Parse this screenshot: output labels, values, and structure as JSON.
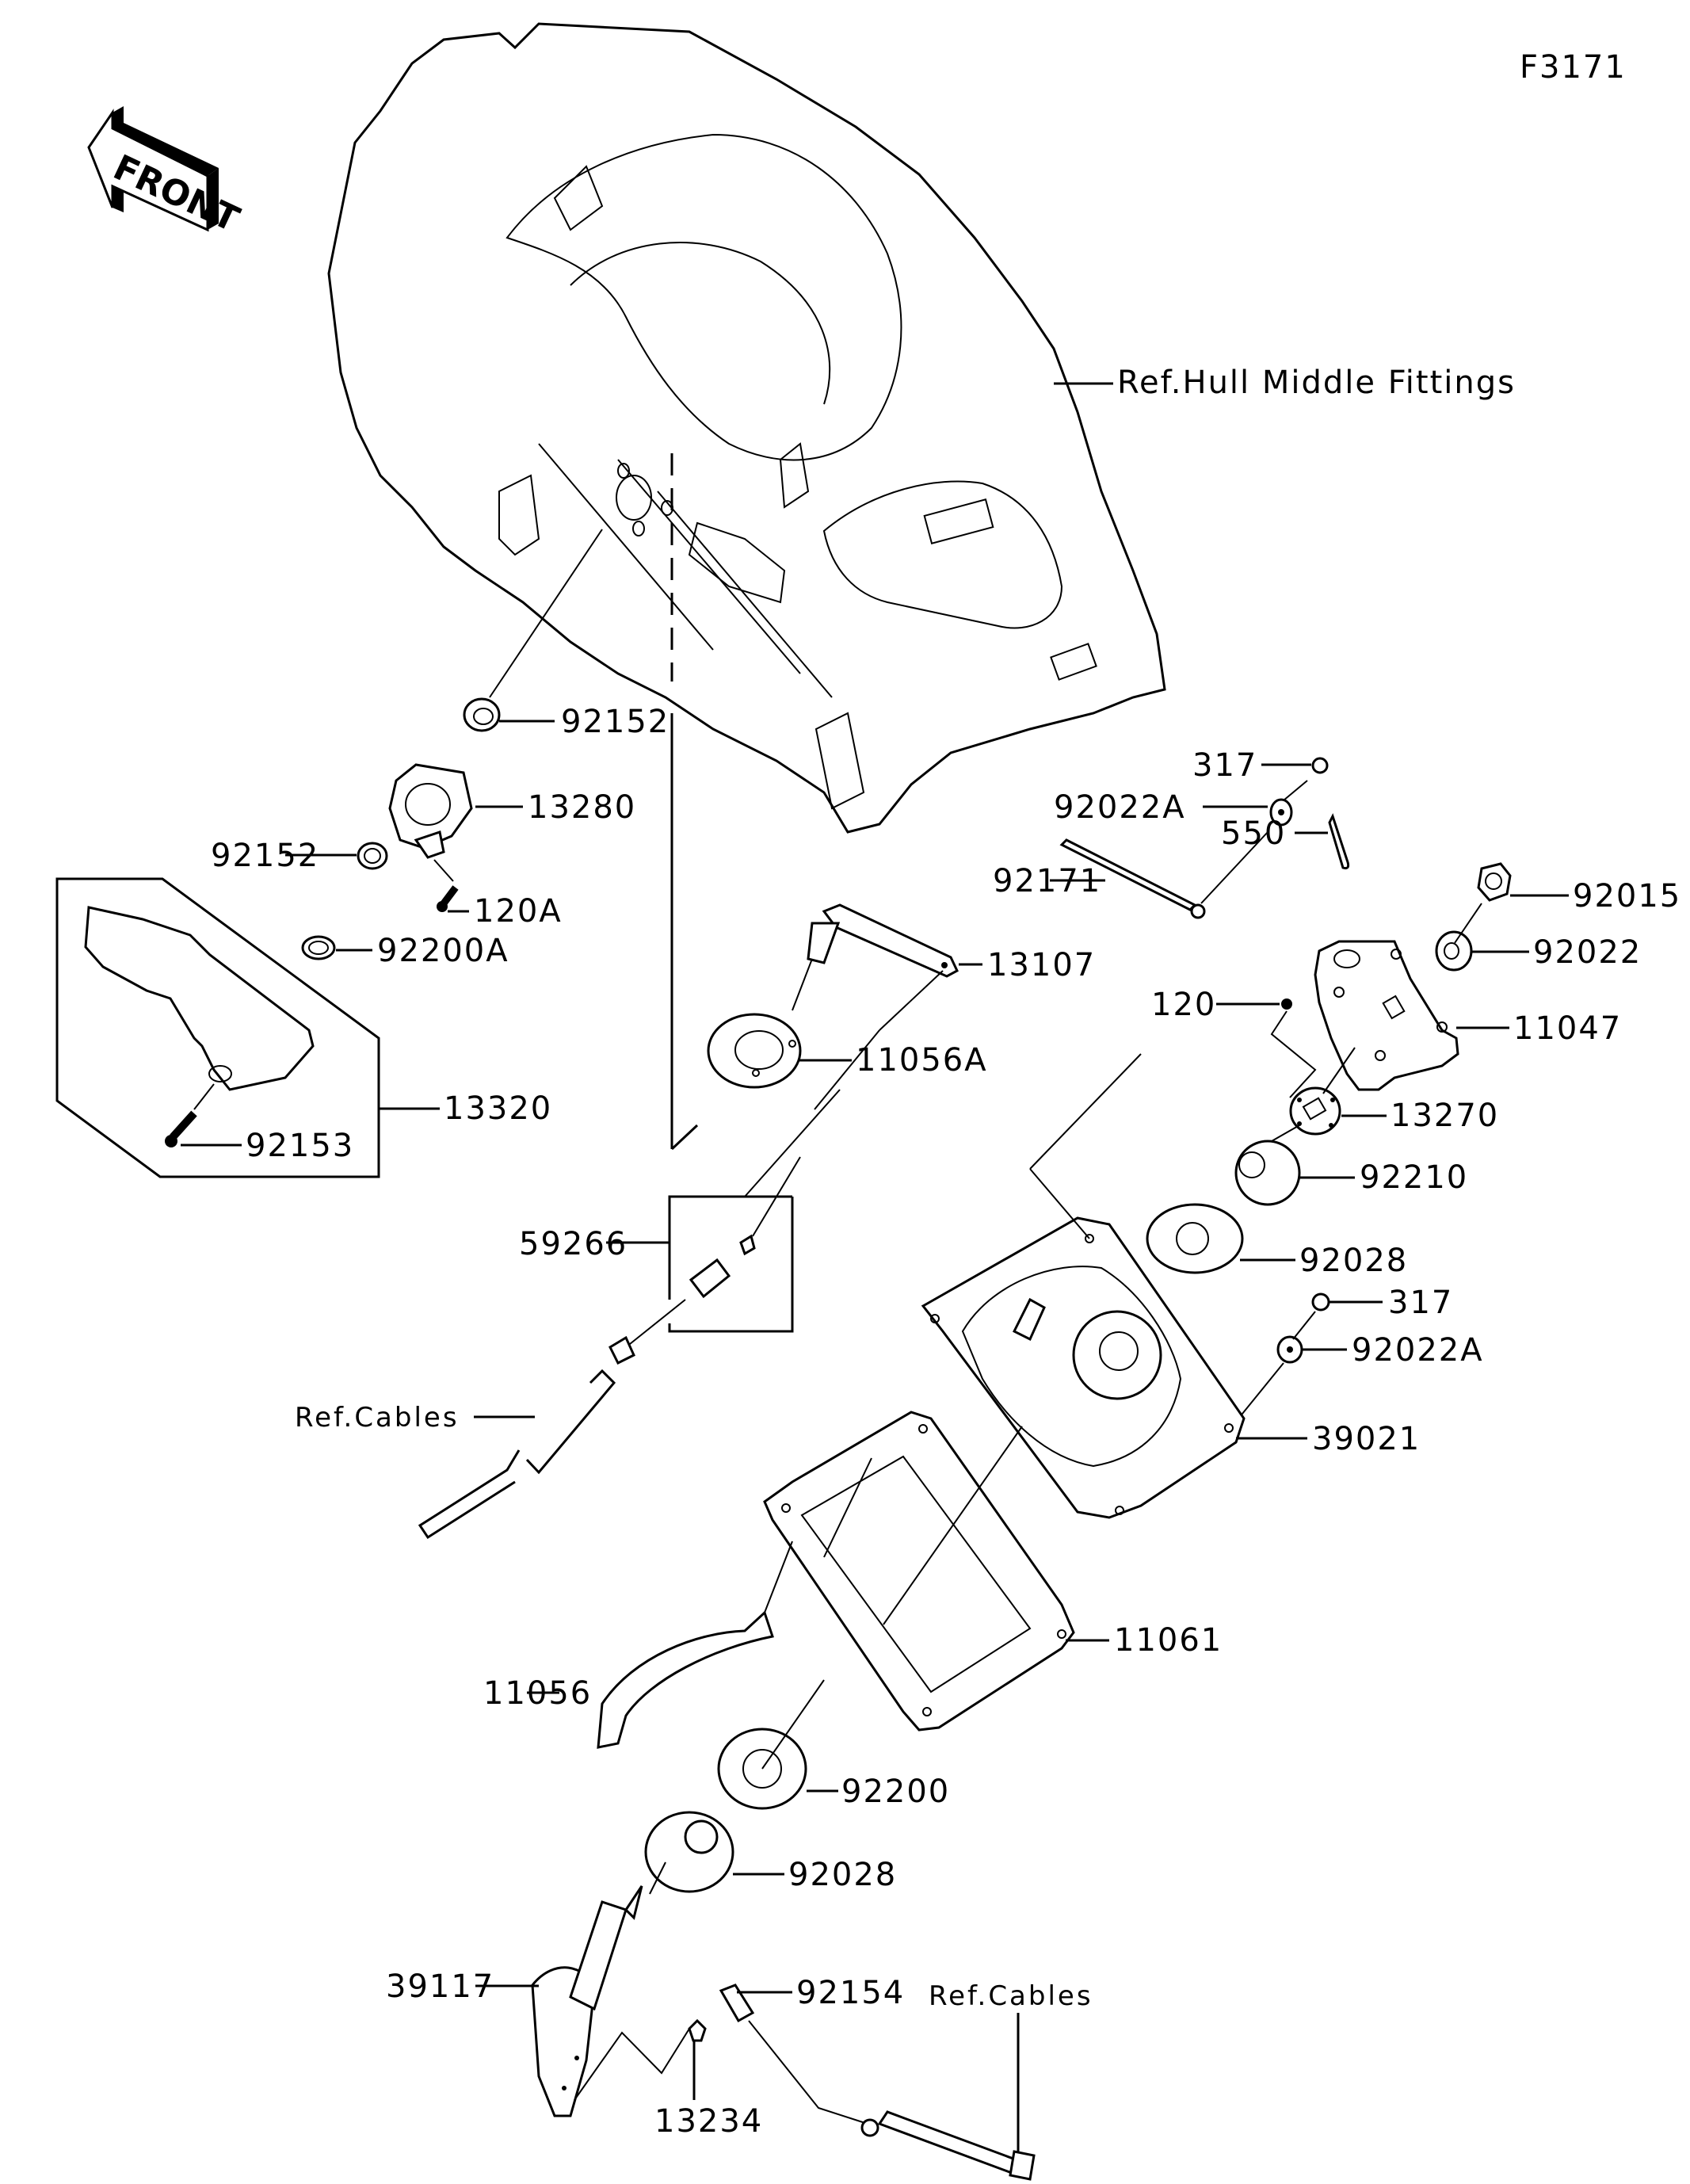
{
  "diagram_code": "F3171",
  "front_arrow": {
    "label": "FRONT",
    "icon": "front-direction-arrow-icon"
  },
  "references": {
    "hull": "Ref.Hull Middle Fittings",
    "cables_left": "Ref.Cables",
    "cables_bottom": "Ref.Cables"
  },
  "parts": [
    {
      "id": "p92152a",
      "number": "92152"
    },
    {
      "id": "p13280",
      "number": "13280"
    },
    {
      "id": "p92152b",
      "number": "92152"
    },
    {
      "id": "p120A",
      "number": "120A"
    },
    {
      "id": "p92200A",
      "number": "92200A"
    },
    {
      "id": "p13320",
      "number": "13320"
    },
    {
      "id": "p92153",
      "number": "92153"
    },
    {
      "id": "p317a",
      "number": "317"
    },
    {
      "id": "p92022Aa",
      "number": "92022A"
    },
    {
      "id": "p92171",
      "number": "92171"
    },
    {
      "id": "p550",
      "number": "550"
    },
    {
      "id": "p92015",
      "number": "92015"
    },
    {
      "id": "p92022",
      "number": "92022"
    },
    {
      "id": "p13107",
      "number": "13107"
    },
    {
      "id": "p120",
      "number": "120"
    },
    {
      "id": "p11047",
      "number": "11047"
    },
    {
      "id": "p11056A",
      "number": "11056A"
    },
    {
      "id": "p13270",
      "number": "13270"
    },
    {
      "id": "p92210",
      "number": "92210"
    },
    {
      "id": "p59266",
      "number": "59266"
    },
    {
      "id": "p92028a",
      "number": "92028"
    },
    {
      "id": "p317b",
      "number": "317"
    },
    {
      "id": "p92022Ab",
      "number": "92022A"
    },
    {
      "id": "p39021",
      "number": "39021"
    },
    {
      "id": "p11061",
      "number": "11061"
    },
    {
      "id": "p11056",
      "number": "11056"
    },
    {
      "id": "p92200",
      "number": "92200"
    },
    {
      "id": "p92028b",
      "number": "92028"
    },
    {
      "id": "p39117",
      "number": "39117"
    },
    {
      "id": "p13234",
      "number": "13234"
    },
    {
      "id": "p92154",
      "number": "92154"
    }
  ]
}
